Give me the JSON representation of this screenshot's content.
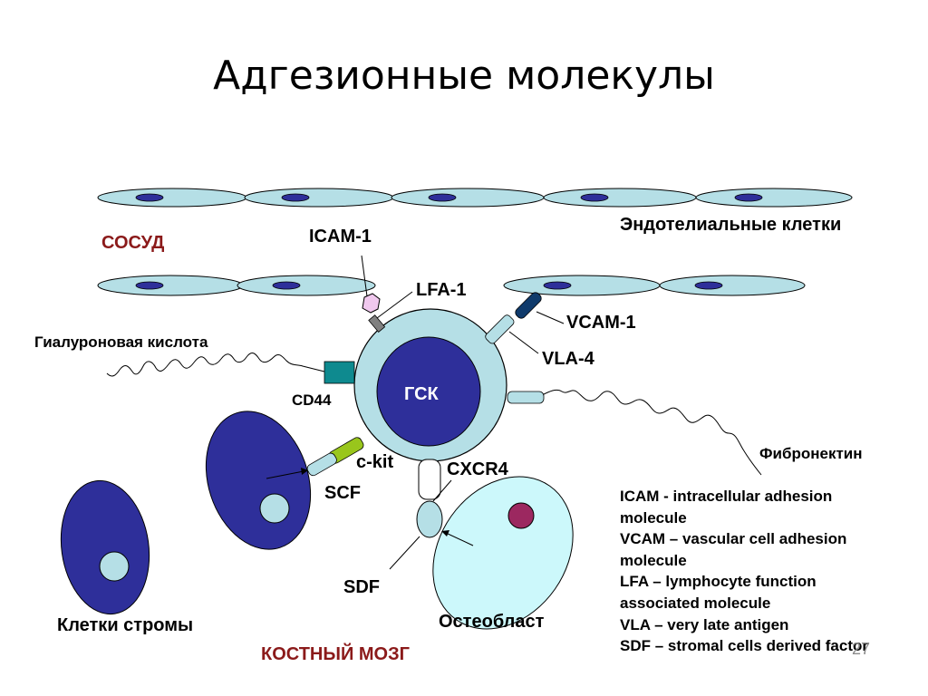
{
  "title": "Адгезионные молекулы",
  "labels": {
    "vessel": "СОСУД",
    "endothelial": "Эндотелиальные клетки",
    "icam": "ICAM-1",
    "lfa": "LFA-1",
    "vcam": "VCAM-1",
    "vla": "VLA-4",
    "hyaluronic": "Гиалуроновая кислота",
    "cd44": "CD44",
    "hsc": "ГСК",
    "fibronectin": "Фибронектин",
    "ckit": "c-kit",
    "scf": "SCF",
    "cxcr4": "CXCR4",
    "sdf": "SDF",
    "stroma": "Клетки стромы",
    "osteoblast": "Остеобласт",
    "marrow": "КОСТНЫЙ МОЗГ"
  },
  "legend": [
    "ICAM - intracellular adhesion",
    "molecule",
    "VCAM – vascular cell adhesion",
    "molecule",
    "LFA – lymphocyte function",
    "associated molecule",
    "VLA – very late antigen",
    "SDF – stromal cells derived factor"
  ],
  "page_number": "27",
  "colors": {
    "endothelium": "#b5dfe6",
    "endothelium_nucleus": "#2e2f9a",
    "hsc_outer": "#b5dfe6",
    "hsc_nucleus": "#2e2f9a",
    "stroma": "#2e2f9a",
    "stroma_nucleus": "#b5dfe6",
    "osteoblast": "#ccf8fb",
    "osteoblast_nucleus": "#9c2860",
    "cd44": "#0e8a8f",
    "ckit": "#99c61c",
    "vcam": "#0f3a6b",
    "icam": "#f0c8ee",
    "vessel_text": "#8b1a1a",
    "marrow_text": "#8b1a1a"
  }
}
